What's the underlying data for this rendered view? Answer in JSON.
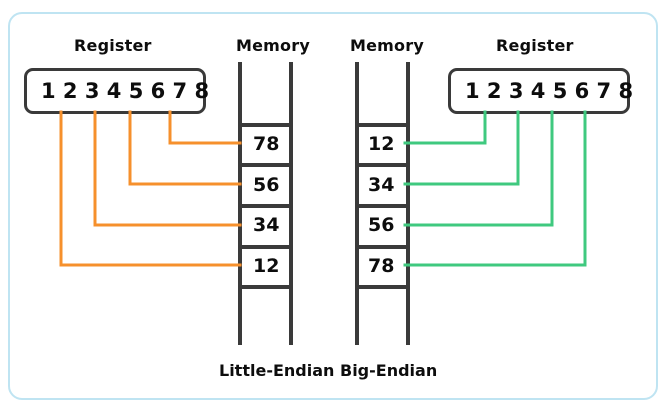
{
  "diagram": {
    "title_colors": {
      "frame": "#bfe4f2",
      "ink": "#0d0d0d",
      "structure": "#3a3a3a",
      "little_endian_wire": "#f6902c",
      "big_endian_wire": "#3fc97f"
    }
  },
  "left_panel": {
    "register_label": "Register",
    "memory_label": "Memory",
    "endian_label": "Little-Endian",
    "register_digits": "1 2 3 4 5 6 7 8",
    "memory_cells": [
      {
        "value": "78"
      },
      {
        "value": "56"
      },
      {
        "value": "34"
      },
      {
        "value": "12"
      }
    ],
    "wire_color": "#f6902c",
    "connections": [
      {
        "register_tap": "7-8",
        "memory_value": "78"
      },
      {
        "register_tap": "5-6",
        "memory_value": "56"
      },
      {
        "register_tap": "3-4",
        "memory_value": "34"
      },
      {
        "register_tap": "1-2",
        "memory_value": "12"
      }
    ]
  },
  "right_panel": {
    "register_label": "Register",
    "memory_label": "Memory",
    "endian_label": "Big-Endian",
    "register_digits": "1 2 3 4 5 6 7 8",
    "memory_cells": [
      {
        "value": "12"
      },
      {
        "value": "34"
      },
      {
        "value": "56"
      },
      {
        "value": "78"
      }
    ],
    "wire_color": "#3fc97f",
    "connections": [
      {
        "memory_value": "12",
        "register_tap": "1-2"
      },
      {
        "memory_value": "34",
        "register_tap": "3-4"
      },
      {
        "memory_value": "56",
        "register_tap": "5-6"
      },
      {
        "memory_value": "78",
        "register_tap": "7-8"
      }
    ]
  }
}
